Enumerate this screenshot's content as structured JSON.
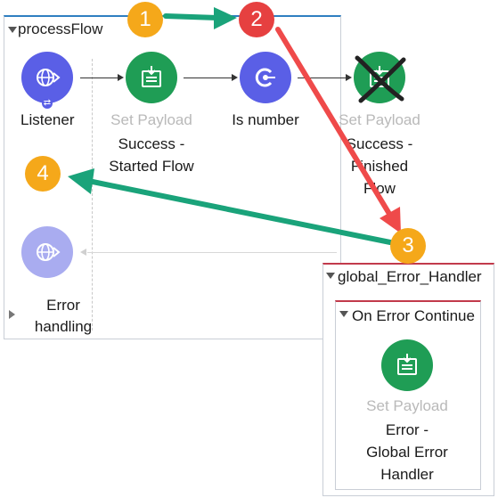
{
  "flow": {
    "title": "processFlow",
    "nodes": {
      "listener": {
        "label": "Listener"
      },
      "set_payload_1": {
        "label": "Set Payload",
        "desc_line1": "Success -",
        "desc_line2": "Started Flow"
      },
      "is_number": {
        "label": "Is number"
      },
      "set_payload_2": {
        "label": "Set Payload",
        "desc_line1": "Success -",
        "desc_line2": "Finished",
        "desc_line3": "Flow"
      }
    },
    "error_handling": {
      "line1": "Error",
      "line2": "handling"
    }
  },
  "handler": {
    "title": "global_Error_Handler",
    "on_error": {
      "title": "On Error Continue",
      "node": {
        "label": "Set Payload",
        "desc_line1": "Error -",
        "desc_line2": "Global Error",
        "desc_line3": "Handler"
      }
    }
  },
  "badges": {
    "b1": "1",
    "b2": "2",
    "b3": "3",
    "b4": "4"
  },
  "colors": {
    "orange": "#f5a81a",
    "red": "#e64040",
    "teal": "#1aa37a",
    "arrow_red": "#ef4a4a",
    "blue_node": "#5a5fe6",
    "green_node": "#1f9d55"
  }
}
